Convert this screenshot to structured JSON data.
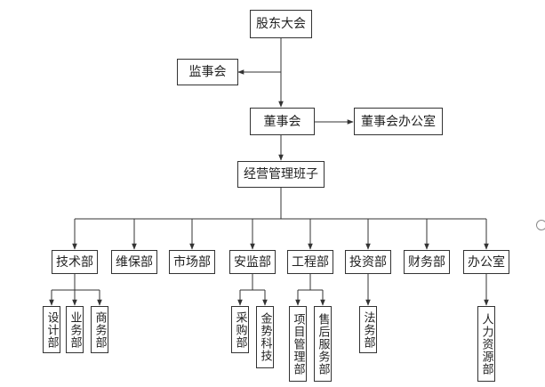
{
  "top": {
    "shareholders": "股东大会",
    "supervisors": "监事会",
    "board": "董事会",
    "board_office": "董事会办公室",
    "management": "经营管理班子"
  },
  "departments": [
    {
      "label": "技术部",
      "subs": [
        "设计部",
        "业务部",
        "商务部"
      ]
    },
    {
      "label": "维保部",
      "subs": []
    },
    {
      "label": "市场部",
      "subs": []
    },
    {
      "label": "安监部",
      "subs": [
        "采购部",
        "金势科技"
      ]
    },
    {
      "label": "工程部",
      "subs": [
        "项目管理部",
        "售后服务部"
      ]
    },
    {
      "label": "投资部",
      "subs": [
        "法务部"
      ]
    },
    {
      "label": "财务部",
      "subs": []
    },
    {
      "label": "办公室",
      "subs": [
        "人力资源部"
      ]
    }
  ],
  "colors": {
    "line": "#333333",
    "text": "#222222",
    "background": "#ffffff"
  }
}
